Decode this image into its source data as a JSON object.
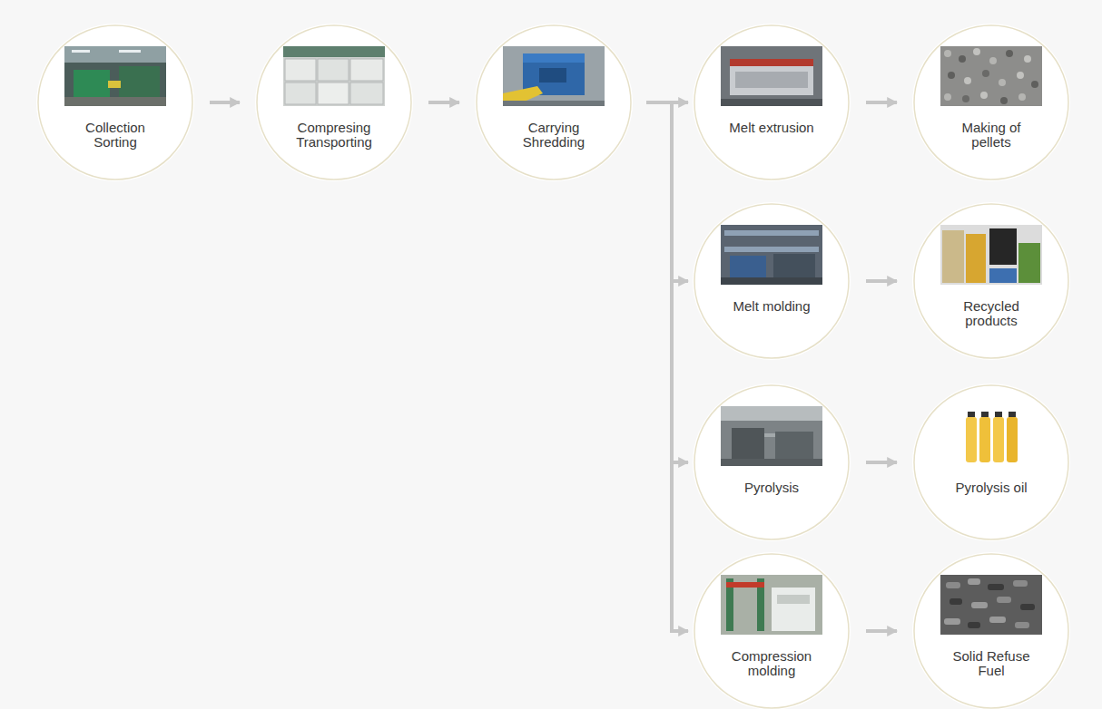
{
  "diagram": {
    "nodes": [
      {
        "text": [
          "Collection Sorting"
        ]
      },
      {
        "text": [
          "Compresing Transporting"
        ]
      },
      {
        "text": [
          "Carrying Shredding"
        ]
      },
      {
        "text": [
          "Melt extrusion"
        ]
      },
      {
        "text": [
          "Making of pellets"
        ]
      },
      {
        "text": [
          "Melt molding"
        ]
      },
      {
        "text": [
          "Recycled products"
        ]
      },
      {
        "text": [
          "Pyrolysis"
        ]
      },
      {
        "text": [
          "Pyrolysis oil"
        ]
      },
      {
        "text": [
          "Compression molding"
        ]
      },
      {
        "text": [
          "Solid Refuse Fuel"
        ]
      }
    ],
    "edges": [
      {
        "from": 0,
        "to": 1,
        "arrow": "to"
      },
      {
        "from": 1,
        "to": 2,
        "arrow": "to"
      },
      {
        "from": 2,
        "to": 3,
        "arrow": "to"
      },
      {
        "from": 2,
        "to": 5,
        "arrow": "to"
      },
      {
        "from": 2,
        "to": 7,
        "arrow": "to"
      },
      {
        "from": 2,
        "to": 9,
        "arrow": "to"
      },
      {
        "from": 3,
        "to": 4,
        "arrow": "to"
      },
      {
        "from": 5,
        "to": 6,
        "arrow": "to"
      },
      {
        "from": 7,
        "to": 8,
        "arrow": "to"
      },
      {
        "from": 9,
        "to": 10,
        "arrow": "to"
      }
    ]
  }
}
